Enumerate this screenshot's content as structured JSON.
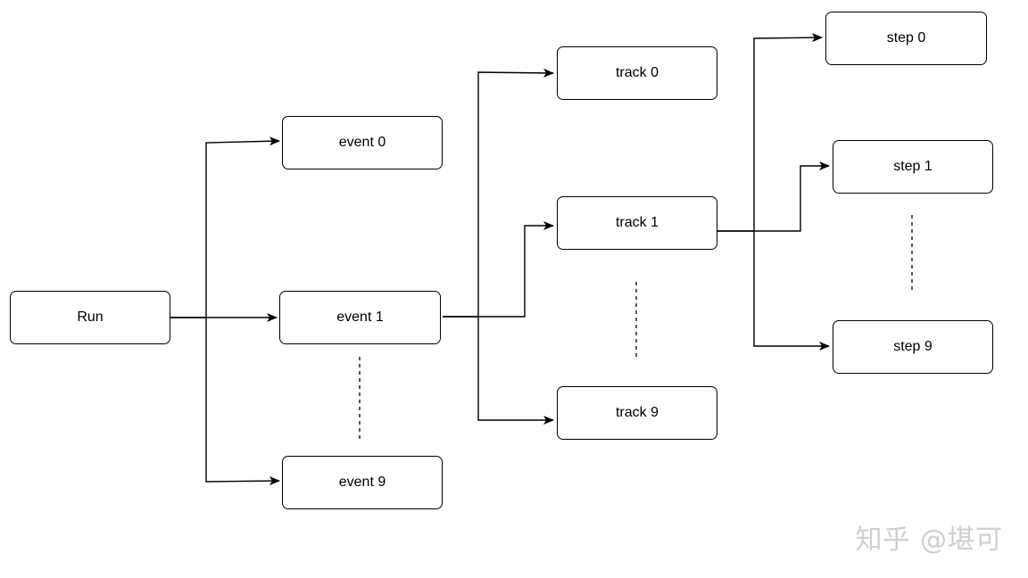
{
  "nodes": {
    "run": "Run",
    "event0": "event 0",
    "event1": "event 1",
    "event9": "event 9",
    "track0": "track 0",
    "track1": "track 1",
    "track9": "track 9",
    "step0": "step 0",
    "step1": "step 1",
    "step9": "step 9"
  },
  "watermark": "知乎 @堪可",
  "colors": {
    "stroke": "#000000",
    "background": "#ffffff",
    "watermark": "#cfcfcf"
  }
}
